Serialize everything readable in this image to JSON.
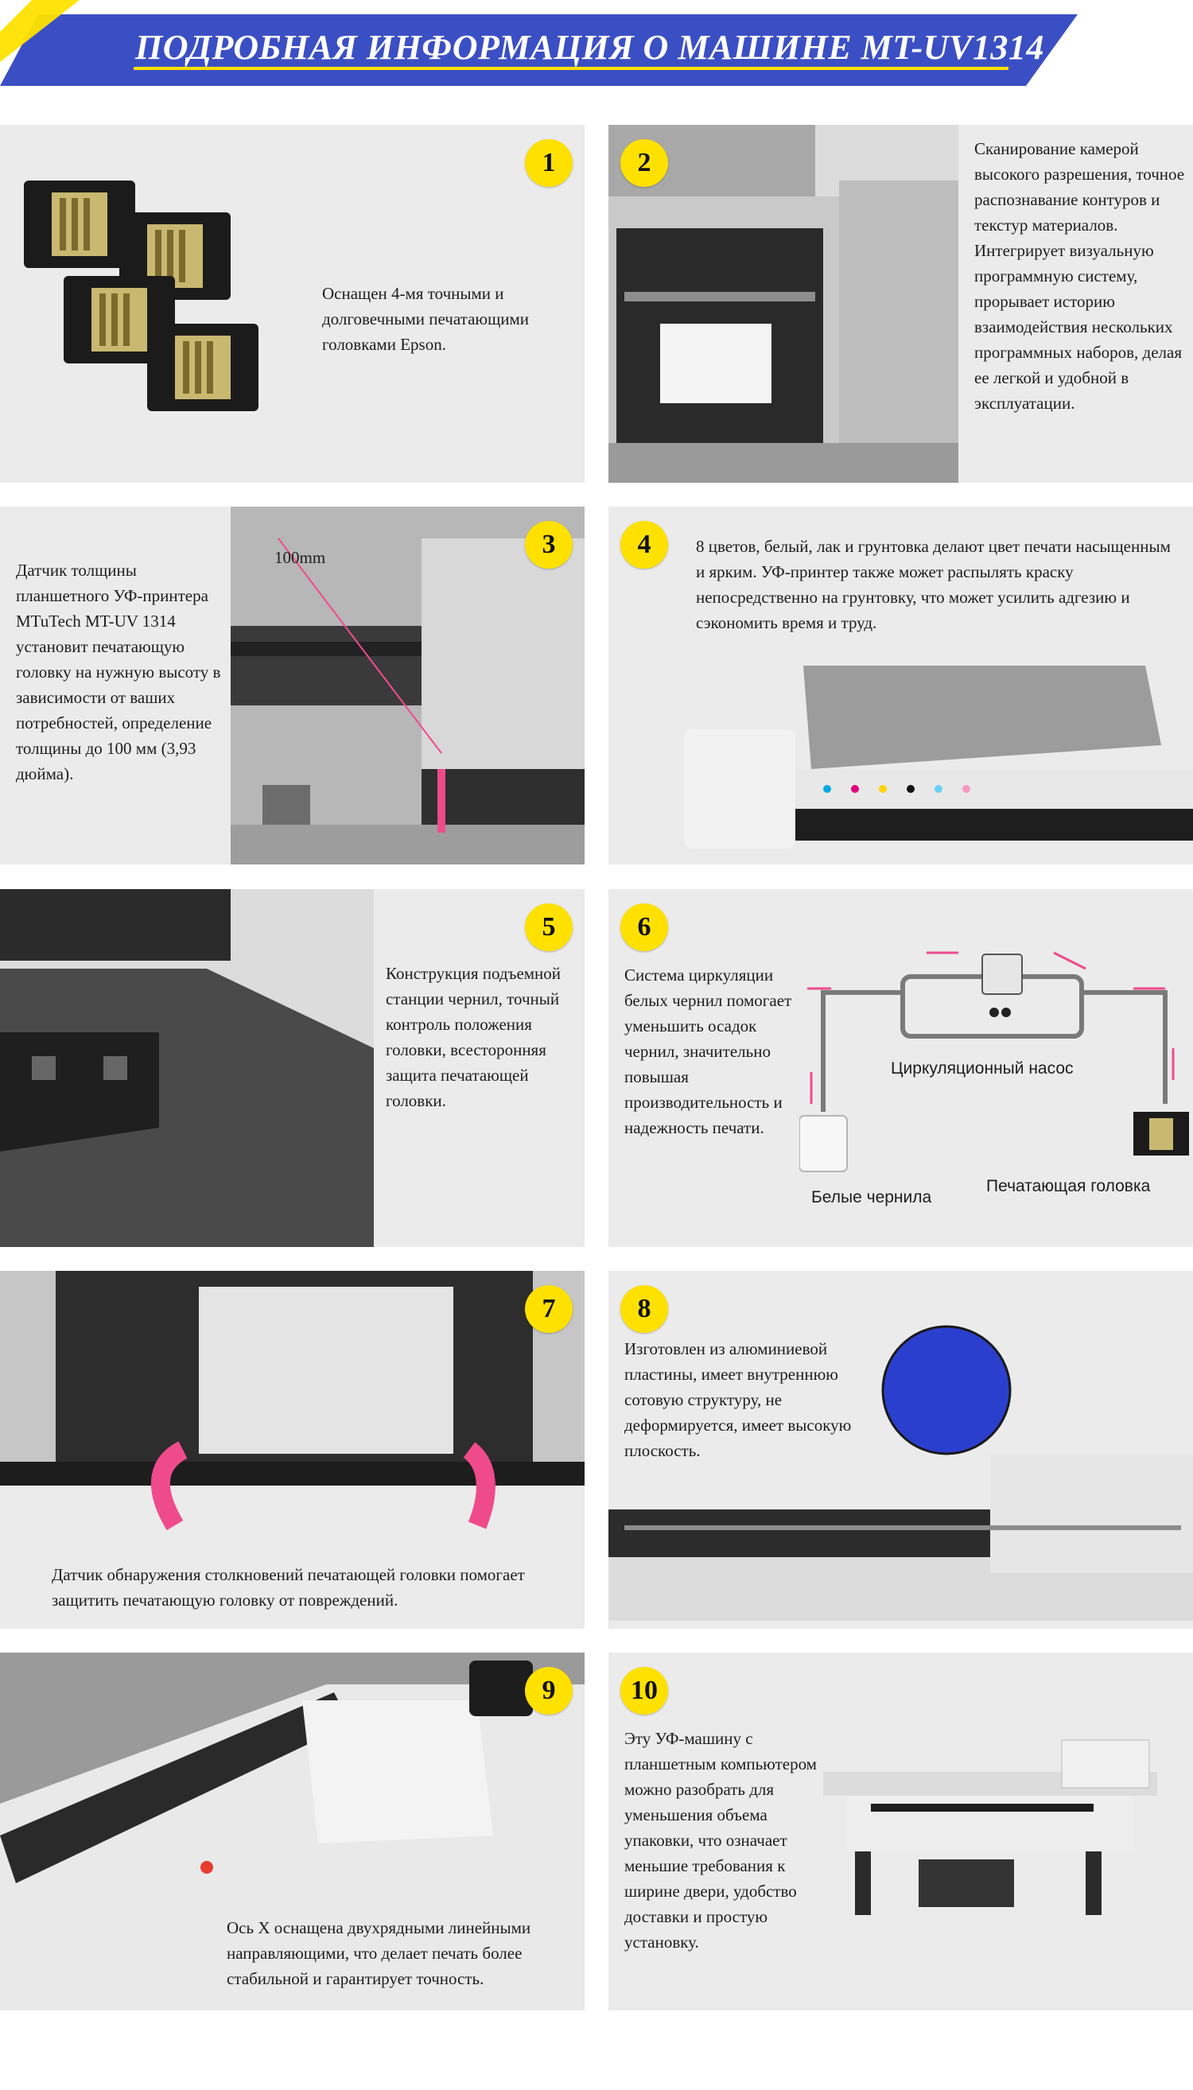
{
  "header": {
    "title": "ПОДРОБНАЯ ИНФОРМАЦИЯ О МАШИНЕ MT-UV1314"
  },
  "panels": [
    {
      "num": "1",
      "text": "Оснащен 4-мя точными и долговечными печатающими головками Epson."
    },
    {
      "num": "2",
      "text": "Сканирование камерой высокого разрешения, точное распознавание контуров и текстур материалов. Интегрирует визуальную программную систему, прорывает историю взаимодействия нескольких программных наборов, делая ее легкой и удобной в эксплуатации."
    },
    {
      "num": "3",
      "text": "Датчик толщины планшетного УФ-принтера MTuTech MT-UV 1314 установит печатающую головку на нужную высоту в зависимости от ваших потребностей, определение толщины до 100 мм (3,93 дюйма).",
      "label": "100mm"
    },
    {
      "num": "4",
      "text": "8 цветов, белый, лак и грунтовка делают цвет печати насыщенным и ярким. УФ-принтер также может распылять краску непосредственно на грунтовку, что может усилить адгезию и сэкономить время и труд."
    },
    {
      "num": "5",
      "text": "Конструкция подъемной станции чернил, точный контроль положения головки, всесторонняя защита печатающей головки."
    },
    {
      "num": "6",
      "text": "Система циркуляции белых чернил помогает уменьшить осадок чернил, значительно повышая производительность и надежность печати.",
      "labels": {
        "pump": "Циркуляционный насос",
        "ink": "Белые чернила",
        "head": "Печатающая головка"
      }
    },
    {
      "num": "7",
      "text": "Датчик обнаружения столкновений печатающей головки помогает защитить печатающую головку от повреждений."
    },
    {
      "num": "8",
      "text": "Изготовлен из алюминиевой пластины, имеет внутреннюю сотовую структуру, не деформируется, имеет высокую плоскость."
    },
    {
      "num": "9",
      "text": "Ось X оснащена двухрядными линейными направляющими, что делает печать более стабильной и гарантирует точность."
    },
    {
      "num": "10",
      "text": "Эту УФ-машину с планшетным компьютером можно разобрать для уменьшения объема упаковки, что означает меньшие требования к ширине двери, удобство доставки и простую установку."
    }
  ],
  "colors": {
    "banner": "#3b4fc4",
    "accent": "#ffe100",
    "panel": "#ebebeb",
    "arrow": "#ef4b8b"
  }
}
